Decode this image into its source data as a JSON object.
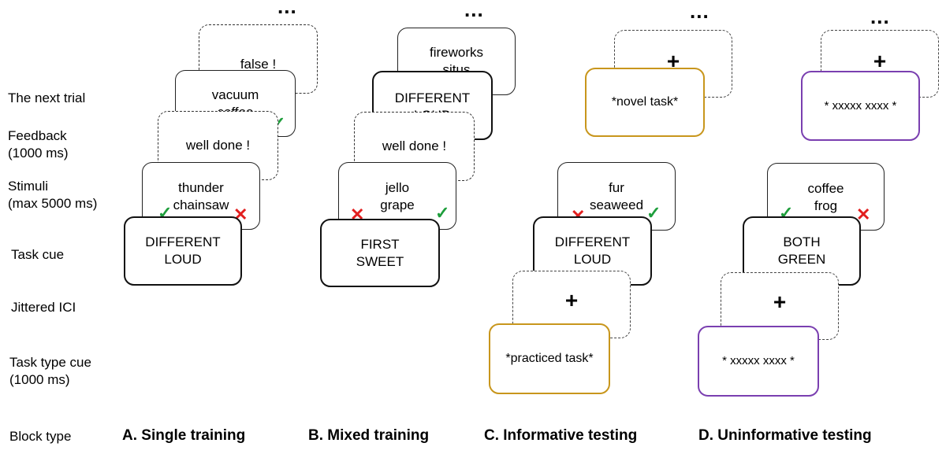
{
  "row_labels": {
    "next_trial": "The next trial",
    "feedback": [
      "Feedback",
      "(1000 ms)"
    ],
    "stimuli": [
      "Stimuli",
      "(max 5000 ms)"
    ],
    "task_cue": "Task cue",
    "jittered_ici": "Jittered ICI",
    "task_type_cue": [
      "Task type cue",
      "(1000 ms)"
    ],
    "block_type": "Block type"
  },
  "ellipsis": "...",
  "icons": {
    "check": "check-icon",
    "cross": "cross-icon",
    "check_color": "#1e9e3c",
    "cross_color": "#e21f1f"
  },
  "columns": {
    "a": {
      "title": "A. Single training",
      "next_feedback": "false !",
      "next_stimuli": [
        "vacuum",
        "coffee"
      ],
      "feedback": "well done !",
      "stimuli": [
        "thunder",
        "chainsaw"
      ],
      "task_cue": [
        "DIFFERENT",
        "LOUD"
      ]
    },
    "b": {
      "title": "B. Mixed training",
      "next_stimuli": [
        "fireworks",
        "situs"
      ],
      "next_task_cue": [
        "DIFFERENT",
        "LOUD"
      ],
      "feedback": "well done !",
      "stimuli": [
        "jello",
        "grape"
      ],
      "task_cue": [
        "FIRST",
        "SWEET"
      ]
    },
    "c": {
      "title": "C. Informative testing",
      "next_ici": "+",
      "next_type_cue": "*novel task*",
      "stimuli": [
        "fur",
        "seaweed"
      ],
      "task_cue": [
        "DIFFERENT",
        "LOUD"
      ],
      "ici": "+",
      "type_cue": "*practiced task*",
      "type_color": "#c8961c"
    },
    "d": {
      "title": "D. Uninformative testing",
      "next_ici": "+",
      "next_type_cue": "* xxxxx xxxx *",
      "stimuli": [
        "coffee",
        "frog"
      ],
      "task_cue": [
        "BOTH",
        "GREEN"
      ],
      "ici": "+",
      "type_cue": "* xxxxx xxxx *",
      "type_color": "#7a3fb0"
    }
  }
}
